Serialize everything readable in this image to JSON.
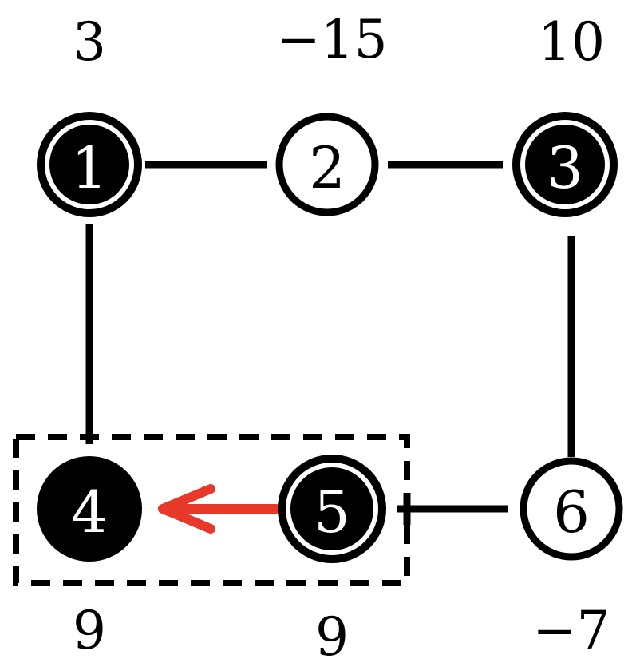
{
  "graph": {
    "nodes": [
      {
        "id": "1",
        "label": "1",
        "weight": "3",
        "style": "filled-ringed"
      },
      {
        "id": "2",
        "label": "2",
        "weight": "−15",
        "style": "open"
      },
      {
        "id": "3",
        "label": "3",
        "weight": "10",
        "style": "filled-ringed"
      },
      {
        "id": "4",
        "label": "4",
        "weight": "9",
        "style": "filled"
      },
      {
        "id": "5",
        "label": "5",
        "weight": "9",
        "style": "filled-ringed"
      },
      {
        "id": "6",
        "label": "6",
        "weight": "−7",
        "style": "open"
      }
    ],
    "edges": [
      {
        "from": "1",
        "to": "2"
      },
      {
        "from": "2",
        "to": "3"
      },
      {
        "from": "1",
        "to": "4"
      },
      {
        "from": "3",
        "to": "6"
      },
      {
        "from": "5",
        "to": "6"
      }
    ],
    "highlight_arrow": {
      "from": "5",
      "to": "4"
    },
    "highlight_group": [
      "4",
      "5"
    ],
    "colors": {
      "arrow": "#e8382a",
      "node_fill": "#000000",
      "open_fill": "#ffffff"
    }
  }
}
